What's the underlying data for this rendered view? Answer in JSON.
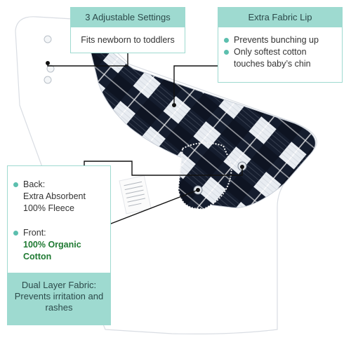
{
  "callouts": {
    "adjustable": {
      "title": "3 Adjustable Settings",
      "text": "Fits newborn to toddlers"
    },
    "lip": {
      "title": "Extra Fabric Lip",
      "points": [
        "Prevents bunching up",
        "Only softest cotton touches baby’s chin"
      ]
    },
    "layers": {
      "back_label": "Back:",
      "back_text_1": "Extra Absorbent",
      "back_text_2": "100% Fleece",
      "front_label": "Front:",
      "front_text_1": "100% Organic",
      "front_text_2": "Cotton",
      "footer_1": "Dual Layer Fabric:",
      "footer_2": "Prevents irritation and",
      "footer_3": "rashes"
    }
  },
  "colors": {
    "accent": "#9edad0",
    "bullet": "#5cbfae",
    "organic_text": "#1f7a32",
    "plaid_dark": "#151d2e"
  }
}
